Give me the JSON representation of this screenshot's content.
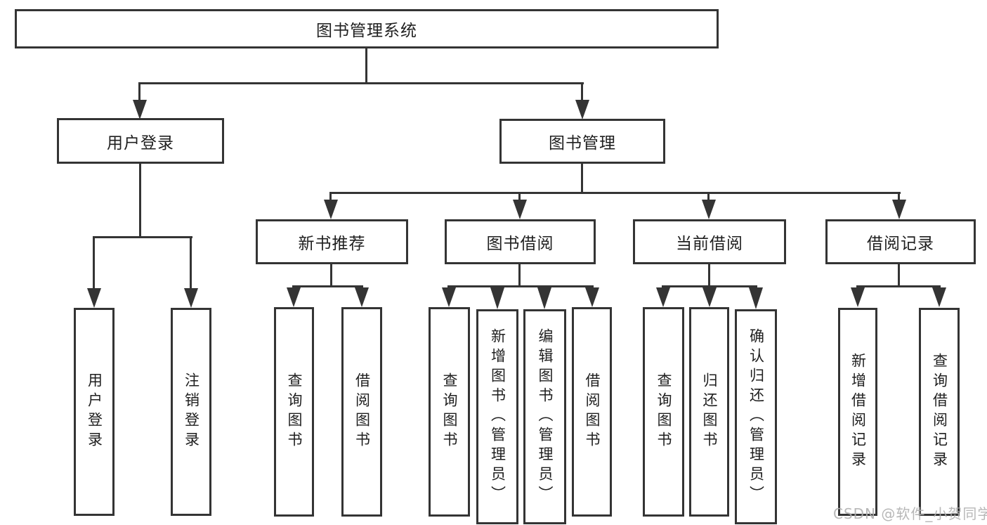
{
  "diagram": {
    "title": "图书管理系统",
    "level2": [
      "用户登录",
      "图书管理"
    ],
    "level3": [
      "新书推荐",
      "图书借阅",
      "当前借阅",
      "借阅记录"
    ],
    "level4": {
      "user_login": [
        "用户登录",
        "注销登录"
      ],
      "new_book_recommend": [
        "查询图书",
        "借阅图书"
      ],
      "book_borrow": [
        "查询图书",
        "新增图书（管理员）",
        "编辑图书（管理员）",
        "借阅图书"
      ],
      "current_borrow": [
        "查询图书",
        "归还图书",
        "确认归还（管理员）"
      ],
      "borrow_record": [
        "新增借阅记录",
        "查询借阅记录"
      ]
    }
  },
  "watermark": "CSDN @软件_小贺同学",
  "colors": {
    "line": "#343434",
    "text": "#1f1f1f",
    "watermark": "#b0b0b0",
    "background": "#ffffff"
  }
}
